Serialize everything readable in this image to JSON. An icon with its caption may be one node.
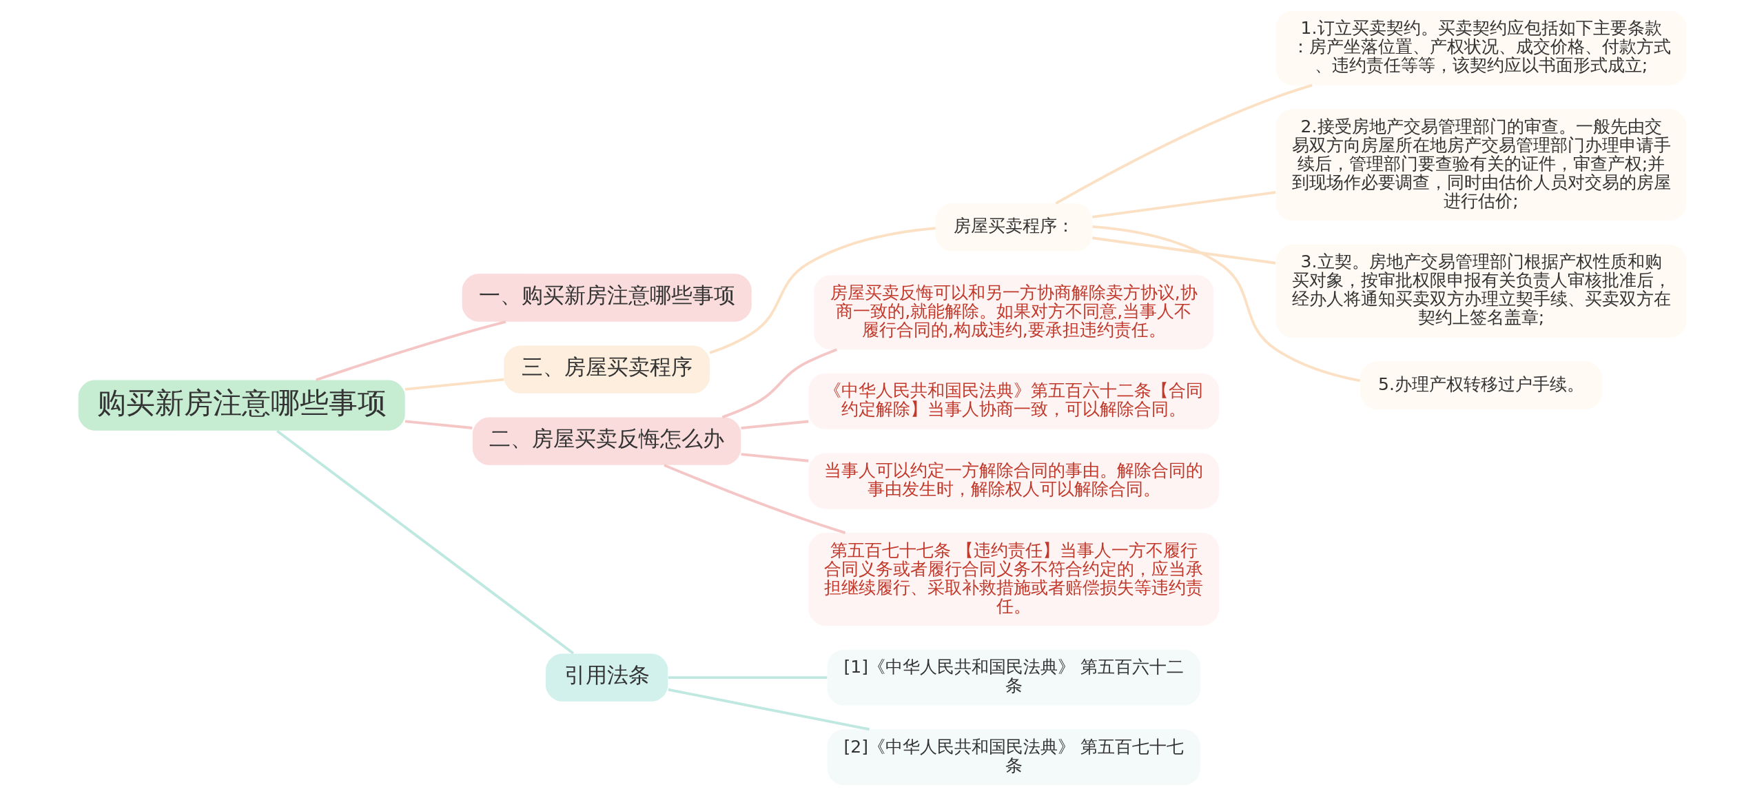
{
  "diagram": {
    "nodes": [
      {
        "text": [
          "购买新房注意哪些事项"
        ]
      },
      {
        "text": [
          "一、购买新房注意哪些事项"
        ]
      },
      {
        "text": [
          "三、房屋买卖程序"
        ]
      },
      {
        "text": [
          "房屋买卖程序："
        ]
      },
      {
        "text": [
          "1.订立买卖契约。买卖契约应包括如下主要条款：房产坐落位置、产权状况、成交价格、付款方式、违约责任等等，该契约应以书面形式成立;"
        ]
      },
      {
        "text": [
          "2.接受房地产交易管理部门的审查。一般先由交易双方向房屋所在地房产交易管理部门办理申请手续后，管理部门要查验有关的证件，审查产权;并到现场作必要调查，同时由估价人员对交易的房屋进行估价;"
        ]
      },
      {
        "text": [
          "3.立契。房地产交易管理部门根据产权性质和购买对象，按审批权限申报有关负责人审核批准后，经办人将通知买卖双方办理立契手续、买卖双方在契约上签名盖章;"
        ]
      },
      {
        "text": [
          "5.办理产权转移过户手续。"
        ]
      },
      {
        "text": [
          "二、房屋买卖反悔怎么办"
        ]
      },
      {
        "text": [
          "房屋买卖反悔可以和另一方协商解除卖方协议,协商一致的,就能解除。如果对方不同意,当事人不履行合同的,构成违约,要承担违约责任。"
        ]
      },
      {
        "text": [
          "《中华人民共和国民法典》第五百六十二条【合同约定解除】当事人协商一致，可以解除合同。"
        ]
      },
      {
        "text": [
          "当事人可以约定一方解除合同的事由。解除合同的事由发生时，解除权人可以解除合同。"
        ]
      },
      {
        "text": [
          "第五百七十七条 【违约责任】当事人一方不履行合同义务或者履行合同义务不符合约定的，应当承担继续履行、采取补救措施或者赔偿损失等违约责任。"
        ]
      },
      {
        "text": [
          "引用法条"
        ]
      },
      {
        "text": [
          "[1]《中华人民共和国民法典》 第五百六十二条"
        ]
      },
      {
        "text": [
          "[2]《中华人民共和国民法典》 第五百七十七条"
        ]
      }
    ],
    "edges": [
      {
        "from": 0,
        "to": 1,
        "arrow": "none",
        "color": "#f5c6c6"
      },
      {
        "from": 0,
        "to": 2,
        "arrow": "none",
        "color": "#fbe0c4"
      },
      {
        "from": 2,
        "to": 3,
        "arrow": "none",
        "color": "#fbe0c4"
      },
      {
        "from": 3,
        "to": 4,
        "arrow": "none",
        "color": "#fbe0c4"
      },
      {
        "from": 3,
        "to": 5,
        "arrow": "none",
        "color": "#fbe0c4"
      },
      {
        "from": 3,
        "to": 6,
        "arrow": "none",
        "color": "#fbe0c4"
      },
      {
        "from": 3,
        "to": 7,
        "arrow": "none",
        "color": "#fbe0c4"
      },
      {
        "from": 0,
        "to": 8,
        "arrow": "none",
        "color": "#f5c6c6"
      },
      {
        "from": 8,
        "to": 9,
        "arrow": "none",
        "color": "#f5c6c6"
      },
      {
        "from": 8,
        "to": 10,
        "arrow": "none",
        "color": "#f5c6c6"
      },
      {
        "from": 8,
        "to": 11,
        "arrow": "none",
        "color": "#f5c6c6"
      },
      {
        "from": 8,
        "to": 12,
        "arrow": "none",
        "color": "#f5c6c6"
      },
      {
        "from": 0,
        "to": 13,
        "arrow": "none",
        "color": "#bfe8e0"
      },
      {
        "from": 13,
        "to": 14,
        "arrow": "none",
        "color": "#bfe8e0"
      },
      {
        "from": 13,
        "to": 15,
        "arrow": "none",
        "color": "#bfe8e0"
      }
    ]
  }
}
